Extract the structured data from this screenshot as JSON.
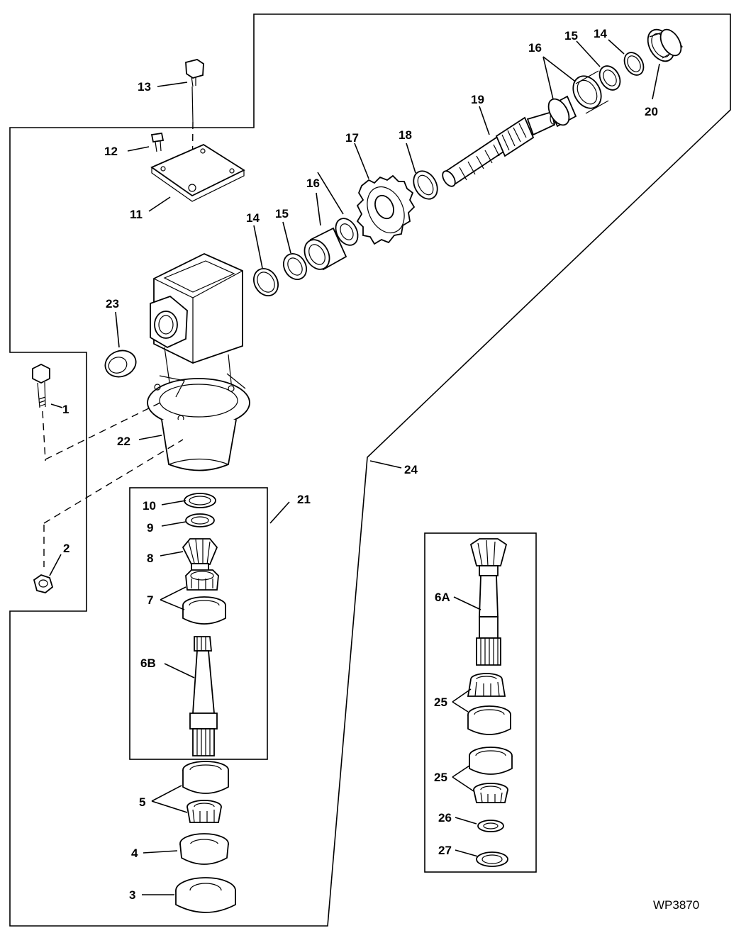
{
  "drawing_code": "WP3870",
  "callouts": {
    "c1": "1",
    "c2": "2",
    "c3": "3",
    "c4": "4",
    "c5": "5",
    "c6a": "6A",
    "c6b": "6B",
    "c7": "7",
    "c8": "8",
    "c9": "9",
    "c10": "10",
    "c11": "11",
    "c12": "12",
    "c13": "13",
    "c14a": "14",
    "c14b": "14",
    "c15a": "15",
    "c15b": "15",
    "c16a": "16",
    "c16b": "16",
    "c17": "17",
    "c18": "18",
    "c19": "19",
    "c20": "20",
    "c21": "21",
    "c22": "22",
    "c23": "23",
    "c24": "24",
    "c25a": "25",
    "c25b": "25",
    "c26": "26",
    "c27": "27"
  }
}
